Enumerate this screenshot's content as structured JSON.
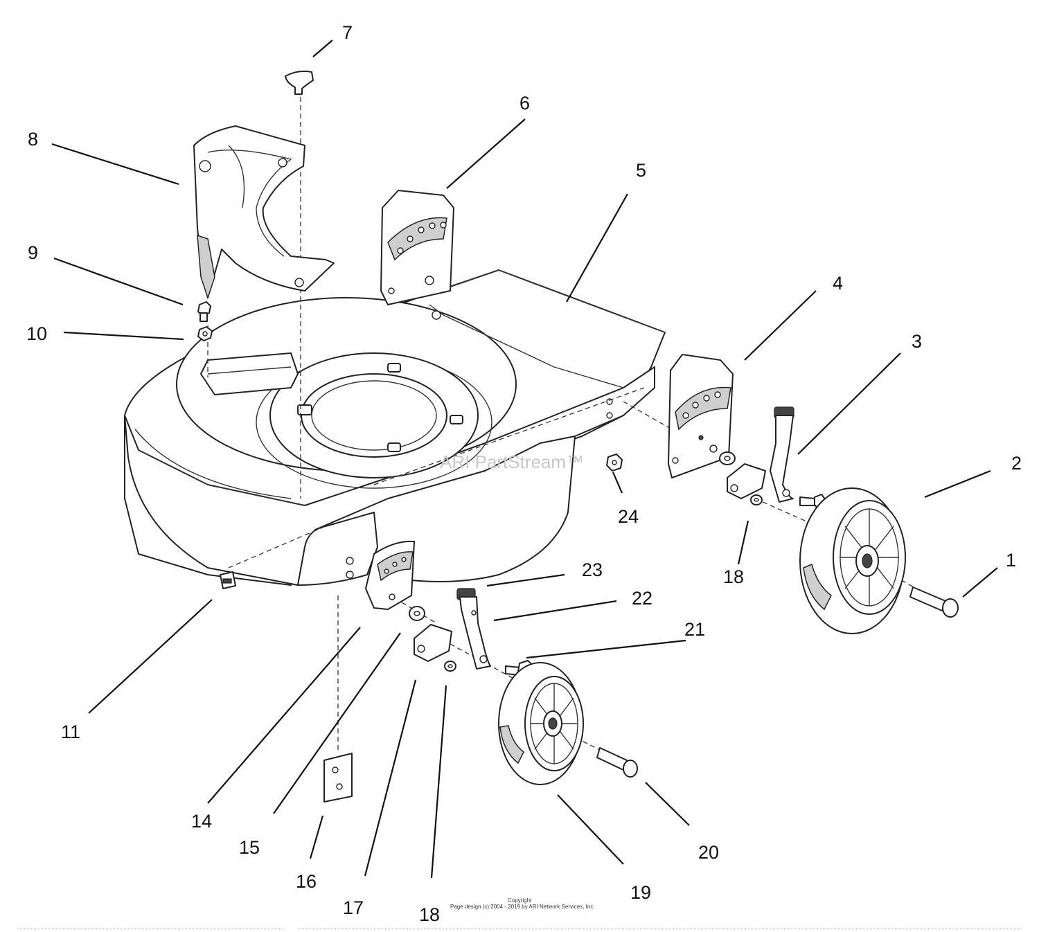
{
  "callouts": [
    {
      "id": "c1",
      "label": "1"
    },
    {
      "id": "c2",
      "label": "2"
    },
    {
      "id": "c3",
      "label": "3"
    },
    {
      "id": "c4",
      "label": "4"
    },
    {
      "id": "c5",
      "label": "5"
    },
    {
      "id": "c6",
      "label": "6"
    },
    {
      "id": "c7",
      "label": "7"
    },
    {
      "id": "c8",
      "label": "8"
    },
    {
      "id": "c9",
      "label": "9"
    },
    {
      "id": "c10",
      "label": "10"
    },
    {
      "id": "c11",
      "label": "11"
    },
    {
      "id": "c14",
      "label": "14"
    },
    {
      "id": "c15",
      "label": "15"
    },
    {
      "id": "c16",
      "label": "16"
    },
    {
      "id": "c17",
      "label": "17"
    },
    {
      "id": "c18a",
      "label": "18"
    },
    {
      "id": "c18b",
      "label": "18"
    },
    {
      "id": "c19",
      "label": "19"
    },
    {
      "id": "c20",
      "label": "20"
    },
    {
      "id": "c21",
      "label": "21"
    },
    {
      "id": "c22",
      "label": "22"
    },
    {
      "id": "c23",
      "label": "23"
    },
    {
      "id": "c24",
      "label": "24"
    }
  ],
  "watermark": "ARI PartStream™",
  "copyright": {
    "line1": "Copyright",
    "line2": "Page design (c) 2004 - 2019 by ARI Network Services, Inc."
  }
}
